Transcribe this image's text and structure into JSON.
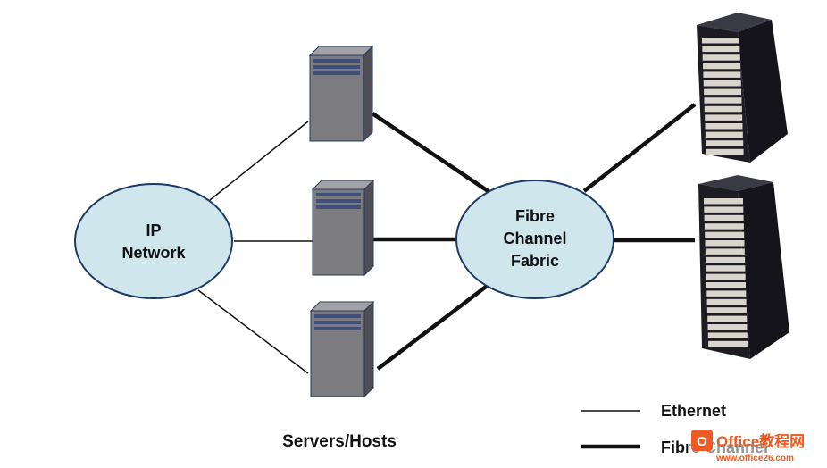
{
  "nodes": {
    "ip_network": {
      "lines": [
        "IP",
        "Network"
      ]
    },
    "fc_fabric": {
      "lines": [
        "Fibre",
        "Channel",
        "Fabric"
      ]
    }
  },
  "caption": "Servers/Hosts",
  "legend": {
    "ethernet": "Ethernet",
    "fibre_channel": "Fibre Channel"
  },
  "watermark": {
    "brand": "Office教程网",
    "url": "www.office26.com"
  },
  "colors": {
    "cloud_fill": "#cfe6ec",
    "cloud_stroke": "#1b3a66",
    "server_front": "#7b7b80",
    "server_side": "#4f4f55",
    "server_top": "#a2a2a8",
    "storage_body": "#1c1c22",
    "drive_bay": "#d9d4cc",
    "watermark_accent": "#ee5a22"
  }
}
